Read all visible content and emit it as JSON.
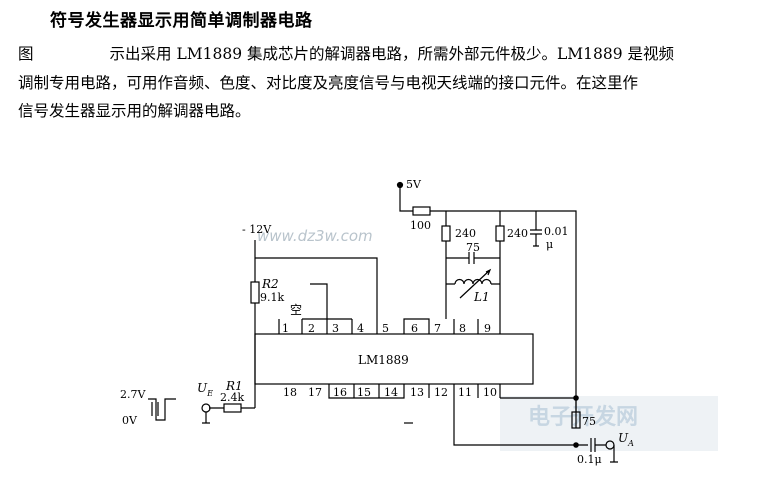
{
  "title": "符号发生器显示用简单调制器电路",
  "description": {
    "line1_prefix": "图",
    "line1": "示出采用 LM1889 集成芯片的解调器电路，所需外部元件极少。LM1889 是视频",
    "line2": "调制专用电路，可用作音频、色度、对比度及亮度信号与电视天线端的接口元件。在这里作",
    "line3": "信号发生器显示用的解调器电路。"
  },
  "circuit": {
    "chip_label": "LM1889",
    "top_pins": [
      "1",
      "2",
      "3",
      "4",
      "5",
      "6",
      "7",
      "8",
      "9"
    ],
    "bottom_pins": [
      "18",
      "17",
      "16",
      "15",
      "14",
      "13",
      "12",
      "11",
      "10"
    ],
    "supply_5v": "5V",
    "supply_neg": "- 12V",
    "r2_name": "R2",
    "r2_value": "9.1k",
    "pin1_note": "空",
    "r100": "100",
    "r240a": "240",
    "r240b": "240",
    "c75": "75",
    "c001": "0.01",
    "c001_unit": "μ",
    "l1": "L1",
    "r1_name": "R1",
    "r1_value": "2.4k",
    "ue": "U",
    "ue_sub": "E",
    "ua": "U",
    "ua_sub": "A",
    "r75": "75",
    "c01": "0.1μ",
    "wave_high": "2.7V",
    "wave_low": "0V"
  },
  "watermark": {
    "url": "www.dz3w.com",
    "cn": "电子开发网"
  }
}
